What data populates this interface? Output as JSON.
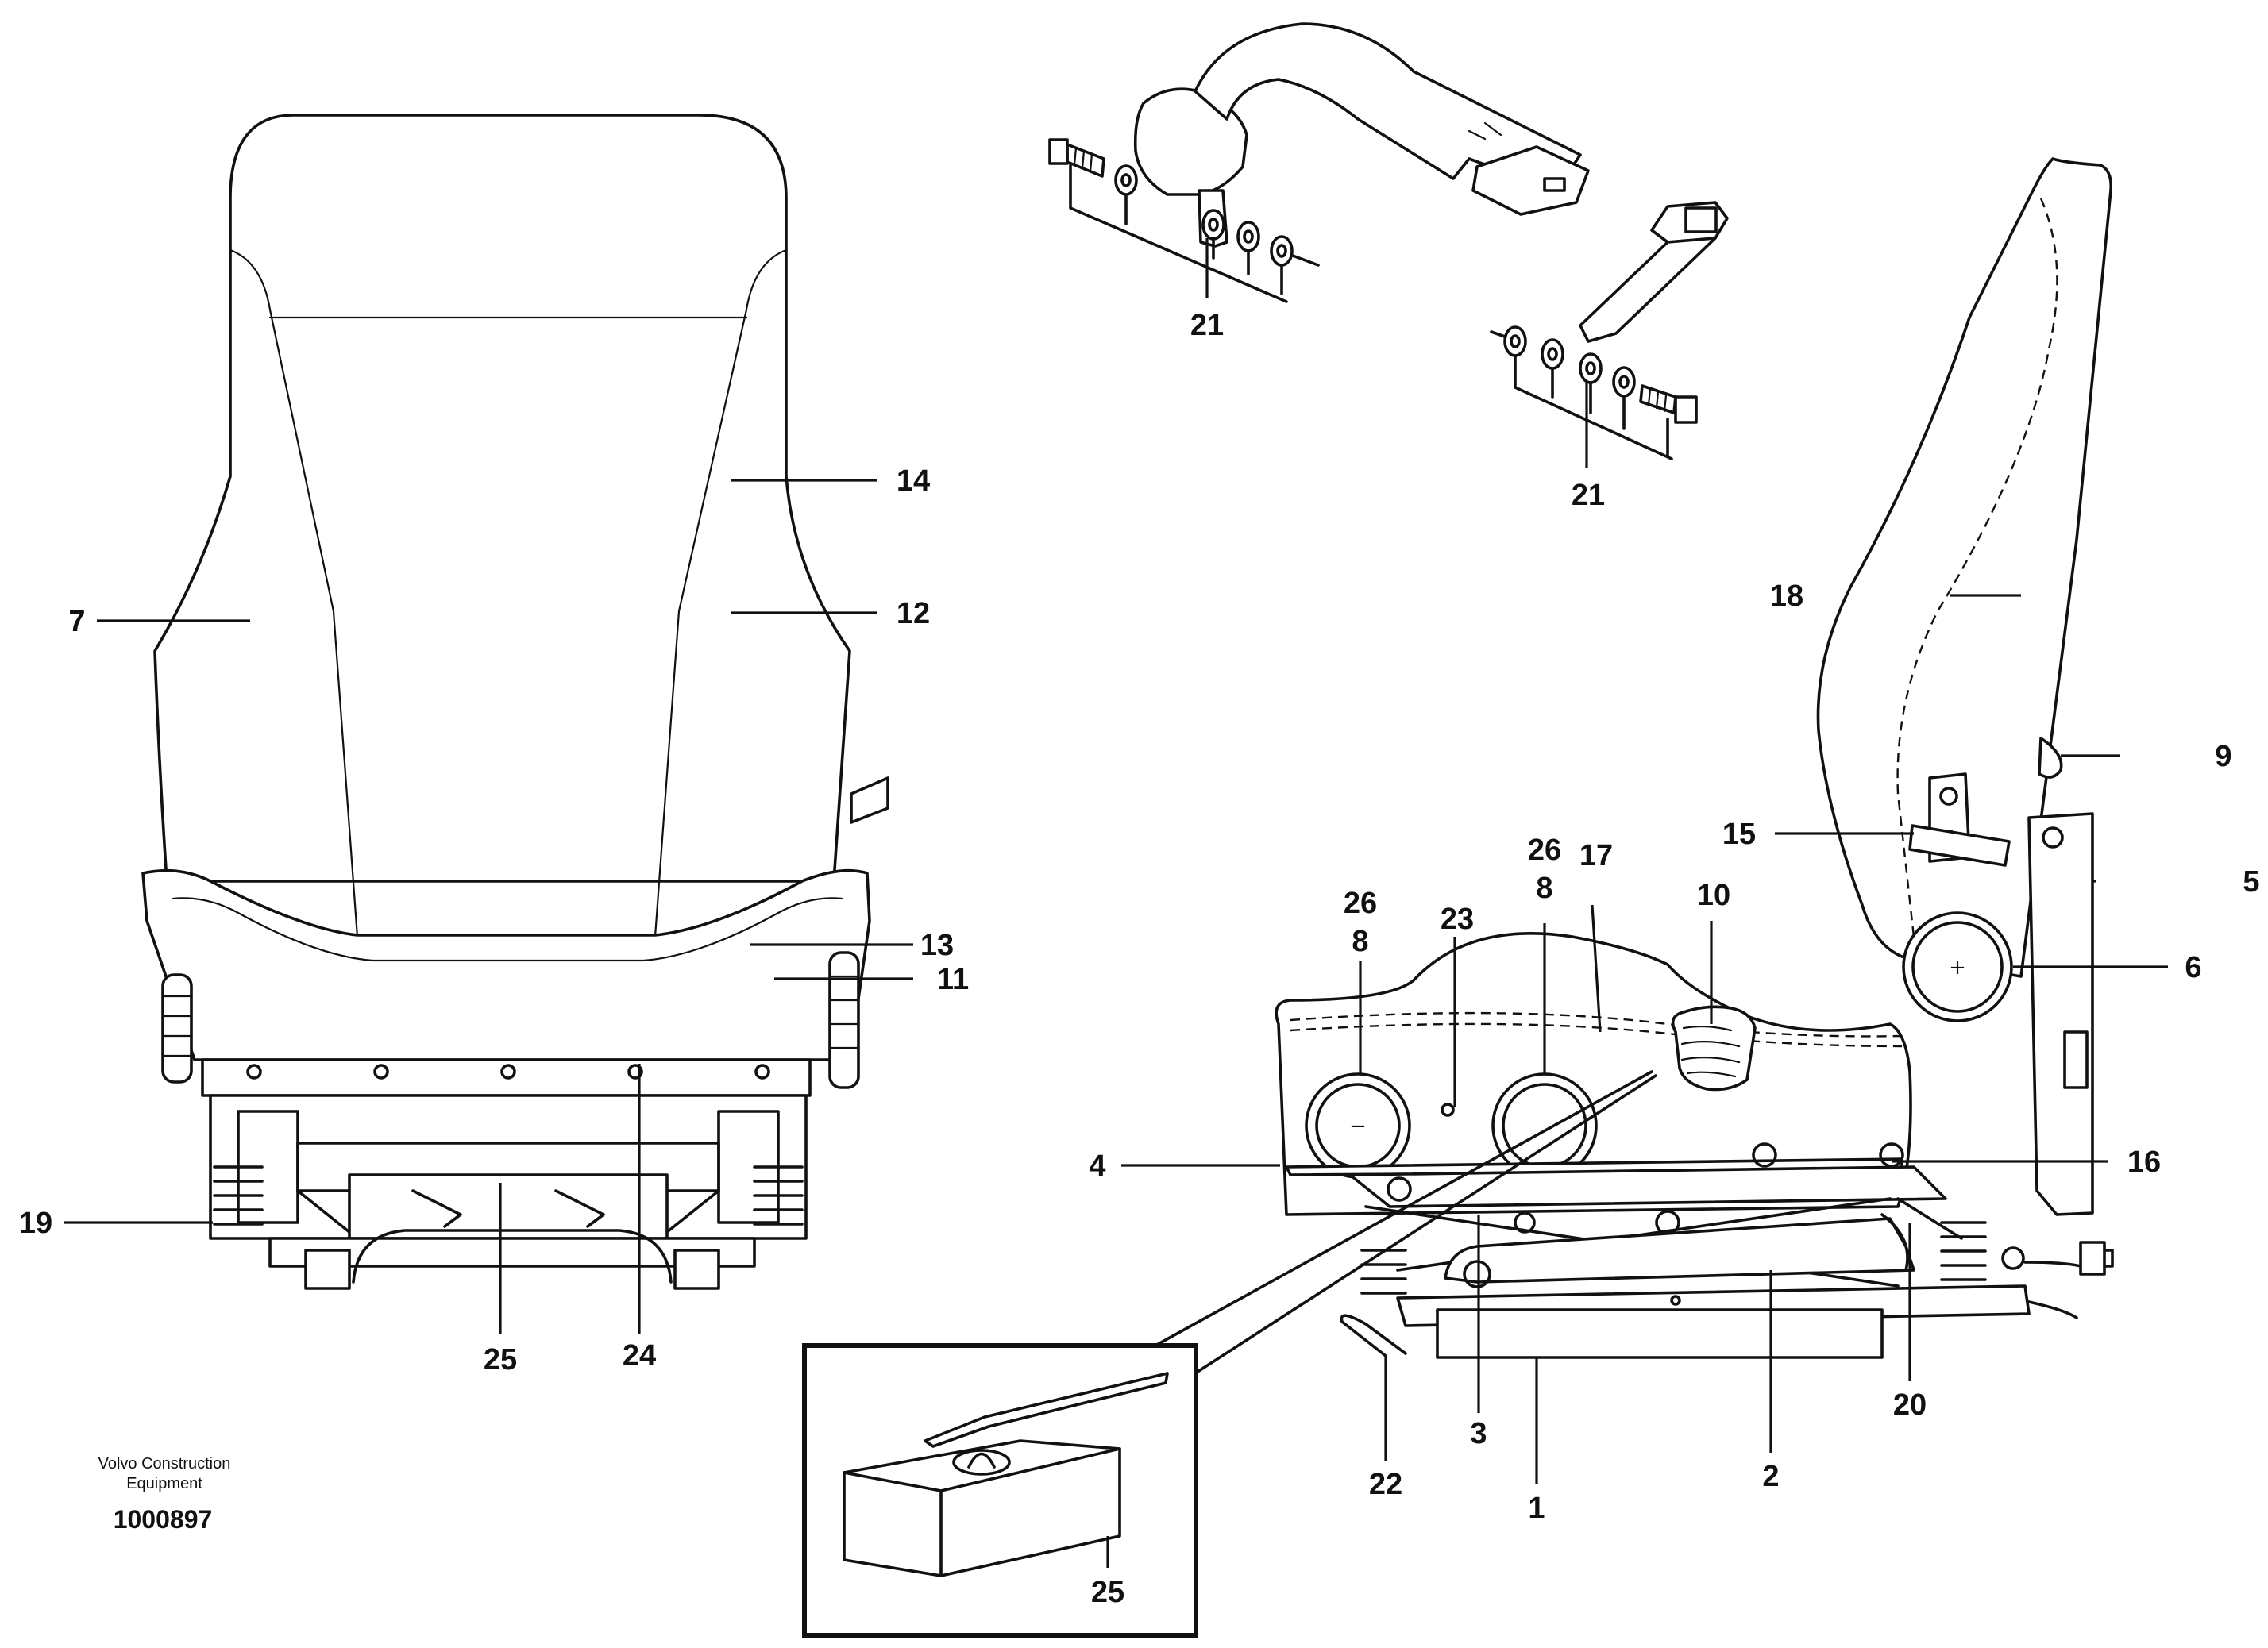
{
  "publisher": {
    "line1": "Volvo Construction",
    "line2": "Equipment",
    "drawing_number": "1000897"
  },
  "callouts": {
    "c1": "1",
    "c2": "2",
    "c3": "3",
    "c4": "4",
    "c5": "5",
    "c6": "6",
    "c7": "7",
    "c8a": "8",
    "c8b": "8",
    "c9": "9",
    "c10": "10",
    "c11": "11",
    "c12": "12",
    "c13": "13",
    "c14": "14",
    "c15": "15",
    "c16": "16",
    "c17": "17",
    "c18": "18",
    "c19": "19",
    "c20": "20",
    "c21a": "21",
    "c21b": "21",
    "c22": "22",
    "c23": "23",
    "c24": "24",
    "c25a": "25",
    "c25b": "25",
    "c26a": "26",
    "c26b": "26"
  },
  "knob_symbols": {
    "minus": "−",
    "plus": "+"
  }
}
